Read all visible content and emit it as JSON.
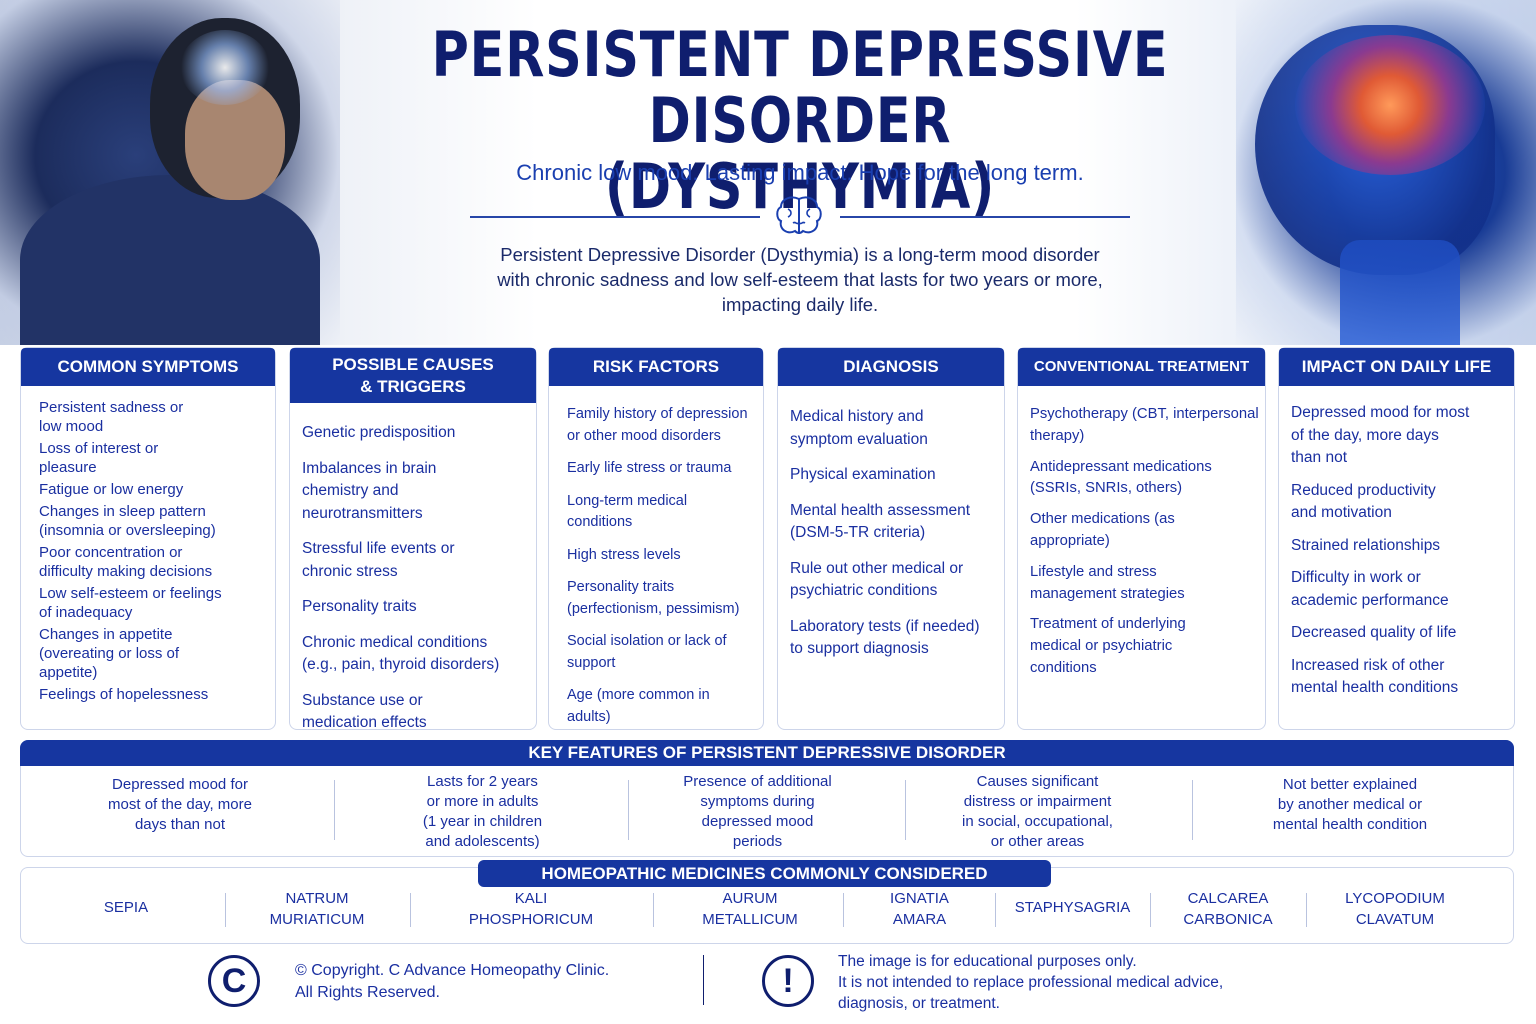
{
  "header": {
    "title_line1": "PERSISTENT DEPRESSIVE DISORDER",
    "title_line2": "(DYSTHYMIA)",
    "tagline": "Chronic low mood. Lasting impact. Hope for the long term.",
    "intro_line1": "Persistent Depressive Disorder (Dysthymia) is a long-term mood disorder",
    "intro_line2": "with chronic sadness and low self-esteem that lasts for two years or more,",
    "intro_line3": "impacting daily life."
  },
  "cards": [
    {
      "title_line1": "COMMON SYMPTOMS",
      "title_line2": "",
      "items": [
        [
          "Persistent sadness or",
          "low mood"
        ],
        [
          "Loss of interest or",
          "pleasure"
        ],
        [
          "Fatigue or low energy"
        ],
        [
          "Changes in sleep pattern",
          "(insomnia or oversleeping)"
        ],
        [
          "Poor concentration or",
          "difficulty making decisions"
        ],
        [
          "Low self-esteem or feelings",
          "of inadequacy"
        ],
        [
          "Changes in appetite",
          "(overeating or loss of",
          "appetite)"
        ],
        [
          "Feelings of hopelessness"
        ]
      ]
    },
    {
      "title_line1": "POSSIBLE CAUSES",
      "title_line2": "& TRIGGERS",
      "items": [
        [
          "Genetic predisposition"
        ],
        [
          "Imbalances in brain",
          "chemistry and",
          "neurotransmitters"
        ],
        [
          "Stressful life events or",
          "chronic stress"
        ],
        [
          "Personality traits"
        ],
        [
          "Chronic medical conditions",
          "(e.g., pain, thyroid disorders)"
        ],
        [
          "Substance use or",
          "medication effects"
        ]
      ]
    },
    {
      "title_line1": "RISK FACTORS",
      "title_line2": "",
      "items": [
        [
          "Family history of depression",
          "or other mood disorders"
        ],
        [
          "Early life stress or trauma"
        ],
        [
          "Long-term medical",
          "conditions"
        ],
        [
          "High stress levels"
        ],
        [
          "Personality traits",
          "(perfectionism, pessimism)"
        ],
        [
          "Social isolation or lack of",
          "support"
        ],
        [
          "Age (more common in",
          "adults)"
        ]
      ]
    },
    {
      "title_line1": "DIAGNOSIS",
      "title_line2": "",
      "items": [
        [
          "Medical history and",
          "symptom evaluation"
        ],
        [
          "Physical examination"
        ],
        [
          "Mental health assessment",
          "(DSM-5-TR criteria)"
        ],
        [
          "Rule out other medical or",
          "psychiatric conditions"
        ],
        [
          "Laboratory tests (if needed)",
          "to support diagnosis"
        ]
      ]
    },
    {
      "title_line1": "CONVENTIONAL TREATMENT",
      "title_line2": "",
      "items": [
        [
          "Psychotherapy (CBT, interpersonal",
          "therapy)"
        ],
        [
          "Antidepressant medications",
          "(SSRIs, SNRIs, others)"
        ],
        [
          "Other medications (as",
          "appropriate)"
        ],
        [
          "Lifestyle and stress",
          "management strategies"
        ],
        [
          "Treatment of underlying",
          "medical or psychiatric",
          "conditions"
        ]
      ]
    },
    {
      "title_line1": "IMPACT ON DAILY LIFE",
      "title_line2": "",
      "items": [
        [
          "Depressed mood for most",
          "of the day, more days",
          "than not"
        ],
        [
          "Reduced productivity",
          "and motivation"
        ],
        [
          "Strained relationships"
        ],
        [
          "Difficulty in work or",
          "academic performance"
        ],
        [
          "Decreased quality of life"
        ],
        [
          "Increased risk of other",
          "mental health conditions"
        ]
      ]
    }
  ],
  "key_features": {
    "title": "KEY FEATURES OF PERSISTENT DEPRESSIVE DISORDER",
    "items": [
      [
        "Depressed mood for",
        "most of the day, more",
        "days than not"
      ],
      [
        "Lasts for 2 years",
        "or more in adults",
        "(1 year in children",
        "and adolescents)"
      ],
      [
        "Presence of additional",
        "symptoms during",
        "depressed mood",
        "periods"
      ],
      [
        "Causes significant",
        "distress or impairment",
        "in social, occupational,",
        "or other areas"
      ],
      [
        "Not better explained",
        "by another medical or",
        "mental health condition"
      ]
    ]
  },
  "homeopathy": {
    "title": "HOMEOPATHIC MEDICINES COMMONLY CONSIDERED",
    "items": [
      [
        "SEPIA"
      ],
      [
        "NATRUM",
        "MURIATICUM"
      ],
      [
        "KALI",
        "PHOSPHORICUM"
      ],
      [
        "AURUM",
        "METALLICUM"
      ],
      [
        "IGNATIA",
        "AMARA"
      ],
      [
        "STAPHYSAGRIA"
      ],
      [
        "CALCAREA",
        "CARBONICA"
      ],
      [
        "LYCOPODIUM",
        "CLAVATUM"
      ]
    ]
  },
  "footer": {
    "copyright_symbol": "C",
    "copyright_line1": "© Copyright. C Advance Homeopathy Clinic.",
    "copyright_line2": "All Rights Reserved.",
    "warning_symbol": "!",
    "disclaimer_line1": "The image is for educational purposes only.",
    "disclaimer_line2": "It is not intended to replace professional medical advice,",
    "disclaimer_line3": "diagnosis, or treatment."
  },
  "icons": {
    "brain": "brain-icon",
    "copyright": "copyright-icon",
    "warning": "warning-icon"
  },
  "colors": {
    "primary": "#1636a0",
    "title": "#0f1e6e",
    "text": "#1a2fa0"
  }
}
